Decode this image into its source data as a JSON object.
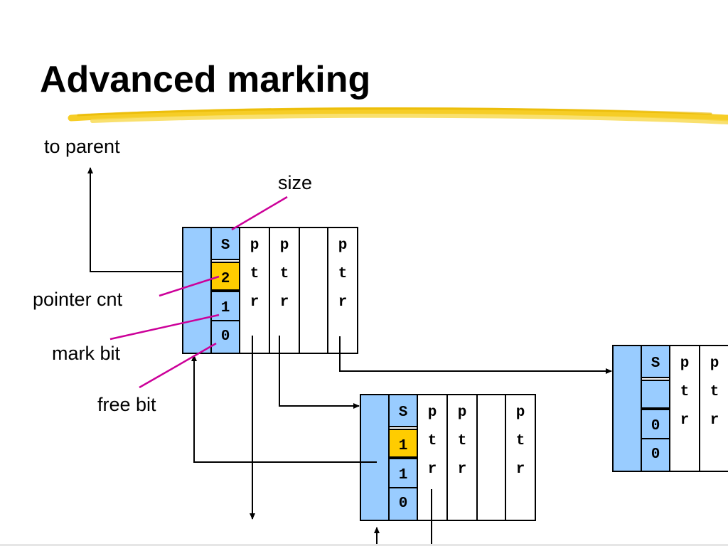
{
  "title": "Advanced marking",
  "labels": {
    "to_parent": "to parent",
    "size": "size",
    "pointer_cnt": "pointer cnt",
    "mark_bit": "mark bit",
    "free_bit": "free bit"
  },
  "blocks": {
    "top": {
      "size": "S",
      "pointer_count": "2",
      "mark_bit": "1",
      "free_bit": "0",
      "ptr_glyphs": [
        "p",
        "t",
        "r"
      ]
    },
    "middle": {
      "size": "S",
      "pointer_count": "1",
      "mark_bit": "1",
      "free_bit": "0",
      "ptr_glyphs": [
        "p",
        "t",
        "r"
      ]
    },
    "right": {
      "size": "S",
      "pointer_count": "",
      "mark_bit": "0",
      "free_bit": "0",
      "ptr_glyphs": [
        "p",
        "t",
        "r"
      ]
    }
  },
  "colors": {
    "header_cell": "#99ccff",
    "pointer_count_cell": "#ffcc00",
    "callout_line": "#cc0099",
    "underline_brush": "#f5c400"
  }
}
